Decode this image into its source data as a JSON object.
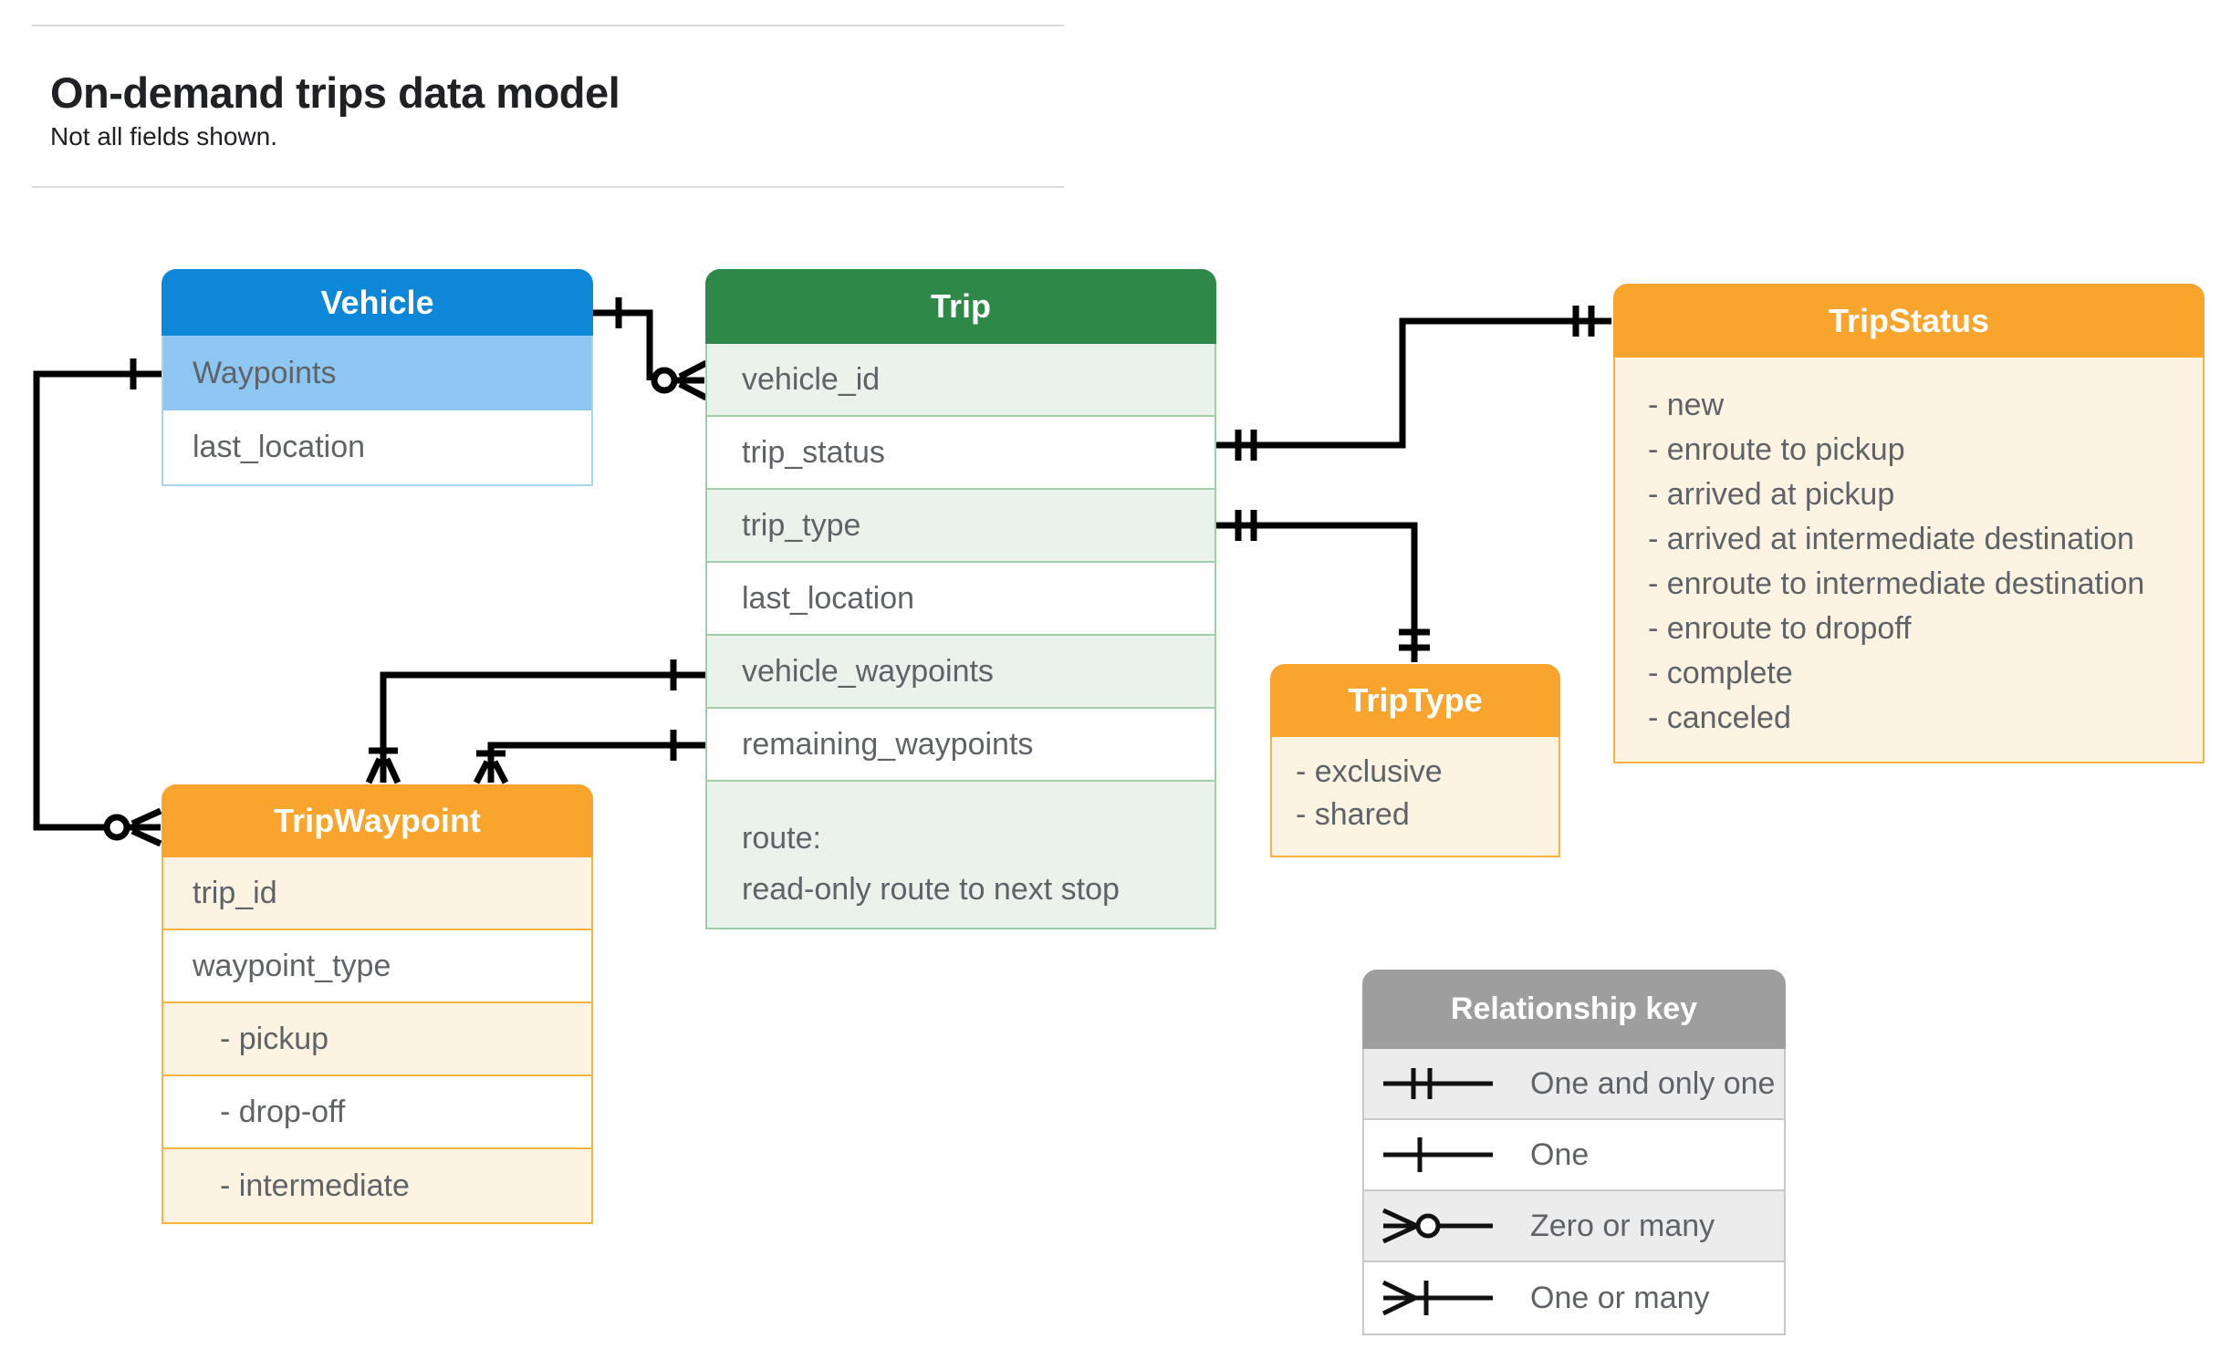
{
  "page": {
    "title": "On-demand trips data model",
    "subtitle": "Not all fields shown."
  },
  "entities": {
    "vehicle": {
      "title": "Vehicle",
      "fields": [
        "Waypoints",
        "last_location"
      ]
    },
    "trip": {
      "title": "Trip",
      "fields": [
        "vehicle_id",
        "trip_status",
        "trip_type",
        "last_location",
        "vehicle_waypoints",
        "remaining_waypoints"
      ],
      "route": [
        "route:",
        "read-only route to next stop"
      ]
    },
    "tripStatus": {
      "title": "TripStatus",
      "values": [
        "- new",
        "- enroute to pickup",
        "- arrived at pickup",
        "- arrived at intermediate destination",
        "- enroute to intermediate destination",
        "- enroute to dropoff",
        "- complete",
        "- canceled"
      ]
    },
    "tripType": {
      "title": "TripType",
      "values": [
        "- exclusive",
        "- shared"
      ]
    },
    "tripWaypoint": {
      "title": "TripWaypoint",
      "fields": [
        "trip_id",
        "waypoint_type"
      ],
      "values": [
        "- pickup",
        "- drop-off",
        "- intermediate"
      ]
    }
  },
  "legend": {
    "title": "Relationship key",
    "rows": [
      {
        "icon": "one-and-only-one",
        "label": "One and only one"
      },
      {
        "icon": "one",
        "label": "One"
      },
      {
        "icon": "zero-or-many",
        "label": "Zero or many"
      },
      {
        "icon": "one-or-many",
        "label": "One or many"
      }
    ]
  },
  "colors": {
    "blue-header": "#0d87d8",
    "blue-row": "#8dc7f1",
    "blue-border": "#a8d4f4",
    "green-header": "#2e8948",
    "green-row": "#e9f3ec",
    "green-border": "#9fcfa9",
    "orange-header": "#f9a42c",
    "orange-row": "#fdf3e2",
    "orange-border": "#f9b440",
    "gray-header": "#9e9e9e",
    "gray-row": "#ececec",
    "gray-border": "#c8c8c8",
    "text": "#5f6368",
    "title": "#202124",
    "wire": "#000000"
  }
}
